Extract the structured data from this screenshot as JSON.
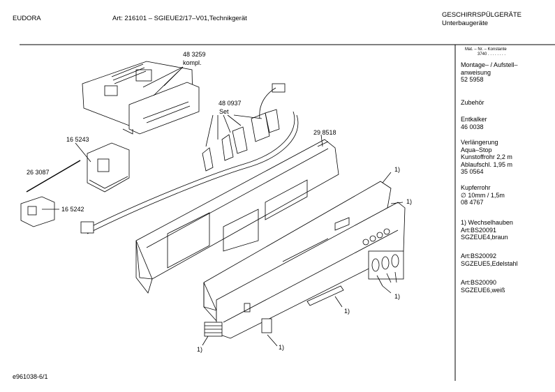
{
  "header": {
    "brand": "EUDORA",
    "article": "Art: 216101 – SGIEUE2/17–V01,Technikgerät",
    "category": "GESCHIRRSPÜLGERÄTE",
    "subcategory": "Unterbaugeräte"
  },
  "sidebar": {
    "mat_header": "Mat. – Nr. – Konstante",
    "mat_value": "3740 . . . . . . . .",
    "blocks": [
      {
        "lines": [
          "Montage– / Aufstell–",
          "anweisung",
          "52 5958"
        ]
      },
      {
        "lines": [
          "Zubehör"
        ]
      },
      {
        "lines": [
          "Entkalker",
          "46 0038"
        ]
      },
      {
        "lines": [
          "Verlängerung",
          "Aqua–Stop",
          "Kunstoffrohr 2,2 m",
          "Ablaufschl. 1,95 m",
          "35 0564"
        ]
      },
      {
        "lines": [
          "Kupferrohr",
          "∅ 10mm / 1,5m",
          "08 4767"
        ]
      },
      {
        "lines": [
          "1) Wechselhauben",
          "Art:BS20091",
          "SGZEUE4,braun"
        ]
      },
      {
        "lines": [
          "Art:BS20092",
          "SGZEUE5,Edelstahl"
        ]
      },
      {
        "lines": [
          "Art:BS20090",
          "SGZEUE6,weiß"
        ]
      }
    ]
  },
  "callouts": {
    "c483259": "48 3259",
    "kompl": "kompl.",
    "c480937": "48 0937",
    "set": "Set",
    "c298518": "29 8518",
    "c165243": "16 5243",
    "c263087": "26 3087",
    "c165242": "16 5242",
    "n1": "1)"
  },
  "footer": {
    "code": "e961038-6/1"
  }
}
